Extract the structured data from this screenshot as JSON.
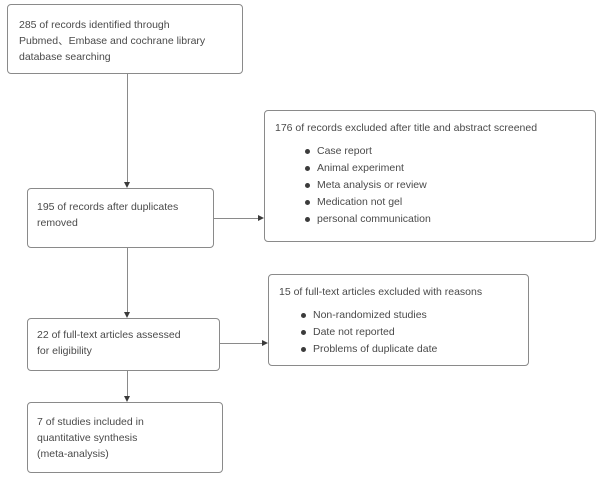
{
  "diagram": {
    "type": "prisma-flow-diagram",
    "colors": {
      "background": "#ffffff",
      "box_border": "#8a8a8a",
      "text": "#4a4a4a",
      "arrow": "#3b3b3b"
    },
    "boxes": {
      "identified": {
        "text": "285 of records identified through\nPubmed、Embase and cochrane library\ndatabase searching",
        "count": 285
      },
      "duplicates_removed": {
        "text": "195 of records after duplicates\nremoved",
        "count": 195
      },
      "fulltext_assessed": {
        "text": "22 of full-text articles assessed\nfor eligibility",
        "count": 22
      },
      "included": {
        "text": "7 of studies included in\nquantitative synthesis\n(meta-analysis)",
        "count": 7
      },
      "excluded_title_abstract": {
        "heading": "176 of records excluded after title and abstract screened",
        "count": 176,
        "reasons": [
          "Case report",
          "Animal experiment",
          "Meta analysis or review",
          "Medication not gel",
          "personal communication"
        ]
      },
      "excluded_fulltext": {
        "heading": "15 of full-text articles excluded with reasons",
        "count": 15,
        "reasons": [
          "Non-randomized studies",
          "Date not reported",
          "Problems of duplicate date"
        ]
      }
    }
  }
}
